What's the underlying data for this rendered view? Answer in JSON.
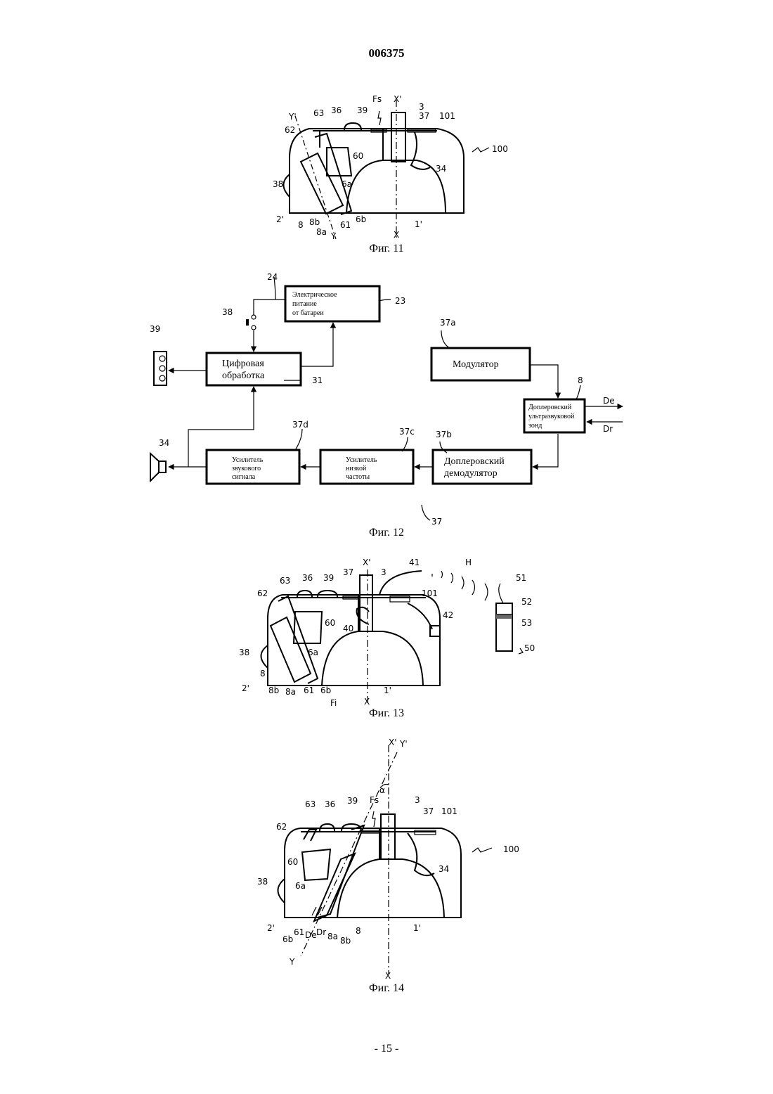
{
  "header": {
    "doc_number": "006375"
  },
  "fig11": {
    "caption": "Фиг. 11",
    "labels": {
      "fs": "Fs",
      "xp": "X'",
      "l3": "3",
      "yp": "Y'",
      "l63": "63",
      "l36": "36",
      "l39": "39",
      "l37": "37",
      "l101": "101",
      "l62": "62",
      "l100": "100",
      "l60": "60",
      "l34": "34",
      "l38": "38",
      "l6a": "6a",
      "l2p": "2'",
      "l8": "8",
      "l8b": "8b",
      "l8a": "8a",
      "l61": "61",
      "l6b": "6b",
      "y": "Y",
      "x": "X",
      "l1p": "1'"
    }
  },
  "fig12": {
    "caption": "Фиг. 12",
    "blocks": {
      "power": [
        "Электрическое",
        "питание",
        "от батареи"
      ],
      "digital": [
        "Цифровая",
        "обработка"
      ],
      "modulator": [
        "Модулятор"
      ],
      "probe": [
        "Доплеровский",
        "ультразвуковой",
        "зонд"
      ],
      "audio_amp": [
        "Усилитель",
        "звукового",
        "сигнала"
      ],
      "lf_amp": [
        "Усилитель",
        "низкой",
        "частоты"
      ],
      "demod": [
        "Доплеровский",
        "демодулятор"
      ]
    },
    "labels": {
      "l24": "24",
      "l23": "23",
      "l38": "38",
      "l39": "39",
      "l31": "31",
      "l37a": "37a",
      "l8": "8",
      "de": "De",
      "dr": "Dr",
      "l34": "34",
      "l37d": "37d",
      "l37c": "37c",
      "l37b": "37b",
      "l37": "37"
    }
  },
  "fig13": {
    "caption": "Фиг. 13",
    "labels": {
      "xp": "X'",
      "l41": "41",
      "h": "H",
      "l37": "37",
      "l3": "3",
      "l63": "63",
      "l36": "36",
      "l39": "39",
      "l101": "101",
      "l51": "51",
      "l62": "62",
      "l52": "52",
      "l42": "42",
      "l60": "60",
      "l40": "40",
      "l53": "53",
      "l38": "38",
      "l6a": "6a",
      "l50": "50",
      "l8": "8",
      "l2p": "2'",
      "l1p": "1'",
      "l8b": "8b",
      "l8a": "8a",
      "l61": "61",
      "l6b": "6b",
      "fi": "Fi",
      "x": "X"
    }
  },
  "fig14": {
    "caption": "Фиг. 14",
    "labels": {
      "xp": "X'",
      "yp": "Y'",
      "alpha": "α",
      "fs": "Fs",
      "l3": "3",
      "l63": "63",
      "l36": "36",
      "l39": "39",
      "l37": "37",
      "l101": "101",
      "l62": "62",
      "l100": "100",
      "l60": "60",
      "l34": "34",
      "l38": "38",
      "l6a": "6a",
      "l2p": "2'",
      "l1p": "1'",
      "l6b": "6b",
      "l61": "61",
      "de": "De",
      "dr": "Dr",
      "l8a": "8a",
      "l8b": "8b",
      "l8": "8",
      "y": "Y",
      "x": "X"
    }
  },
  "footer": {
    "page_number": "- 15 -"
  }
}
